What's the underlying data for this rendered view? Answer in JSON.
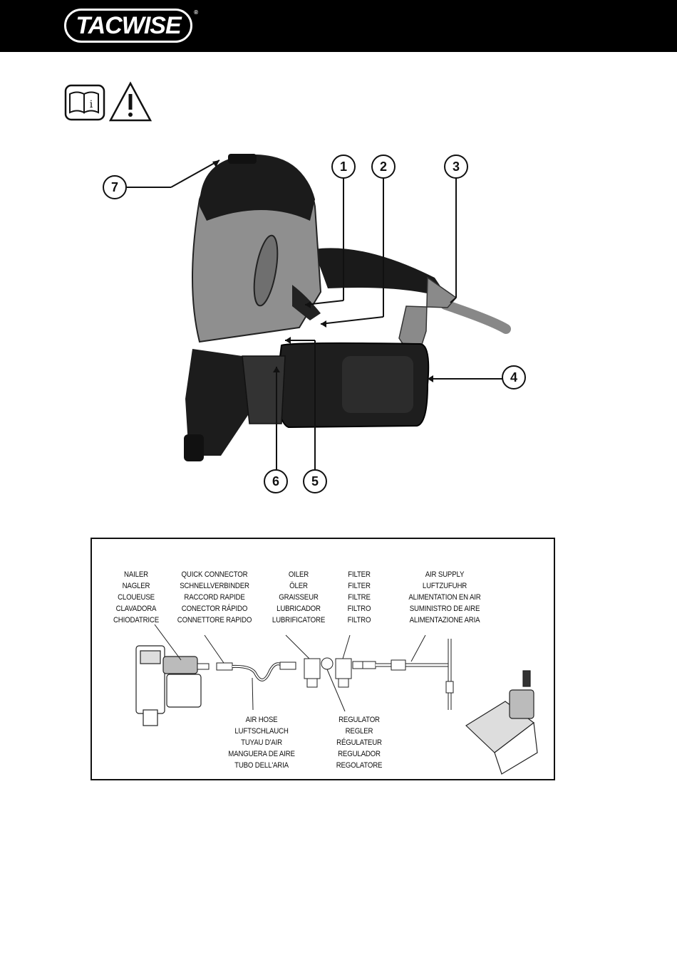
{
  "header": {
    "brand": "TACWISE",
    "trademark": "®"
  },
  "icons": [
    "manual-info-icon",
    "warning-triangle-icon"
  ],
  "callouts": [
    "1",
    "2",
    "3",
    "4",
    "5",
    "6",
    "7"
  ],
  "diagram": {
    "nailer": [
      "NAILER",
      "NAGLER",
      "CLOUEUSE",
      "CLAVADORA",
      "CHIODATRICE"
    ],
    "quick_connector": [
      "QUICK CONNECTOR",
      "SCHNELLVERBINDER",
      "RACCORD RAPIDE",
      "CONECTOR RÁPIDO",
      "CONNETTORE RAPIDO"
    ],
    "oiler": [
      "OILER",
      "ÖLER",
      "GRAISSEUR",
      "LUBRICADOR",
      "LUBRIFICATORE"
    ],
    "filter": [
      "FILTER",
      "FILTER",
      "FILTRE",
      "FILTRO",
      "FILTRO"
    ],
    "air_supply": [
      "AIR SUPPLY",
      "LUFTZUFUHR",
      "ALIMENTATION EN AIR",
      "SUMINISTRO DE AIRE",
      "ALIMENTAZIONE ARIA"
    ],
    "air_hose": [
      "AIR HOSE",
      "LUFTSCHLAUCH",
      "TUYAU D'AIR",
      "MANGUERA DE AIRE",
      "TUBO DELL'ARIA"
    ],
    "regulator": [
      "REGULATOR",
      "REGLER",
      "RÉGULATEUR",
      "REGULADOR",
      "REGOLATORE"
    ]
  }
}
